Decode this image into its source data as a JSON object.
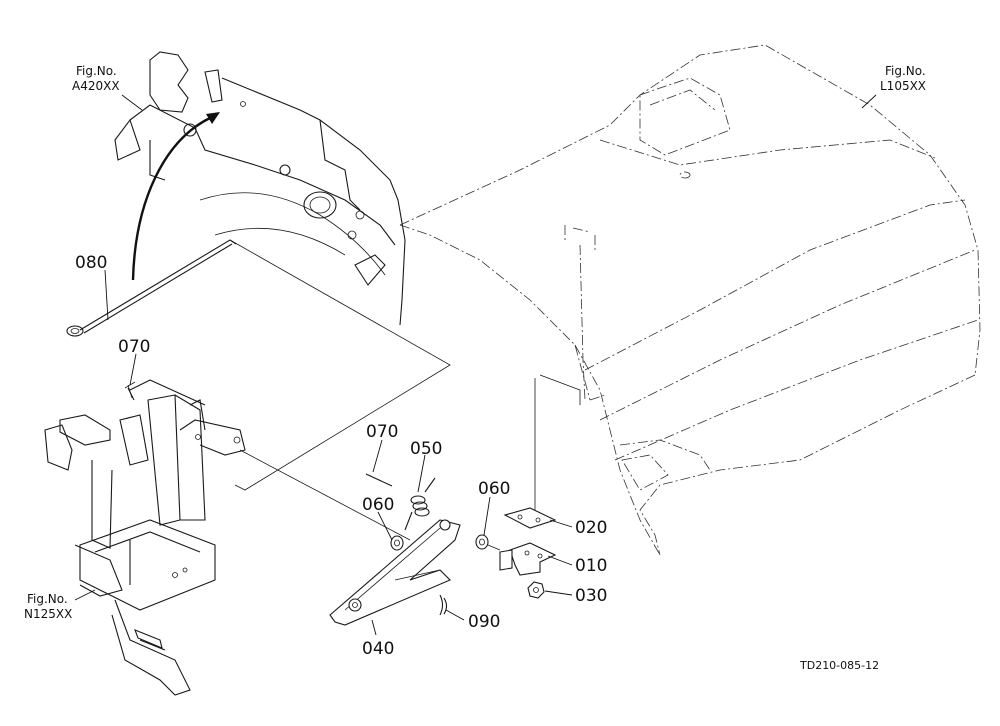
{
  "diagram": {
    "drawing_code": "TD210-085-12",
    "references": [
      {
        "id": "a420",
        "line1": "Fig.No.",
        "line2": "A420XX"
      },
      {
        "id": "l105",
        "line1": "Fig.No.",
        "line2": "L105XX"
      },
      {
        "id": "n125",
        "line1": "Fig.No.",
        "line2": "N125XX"
      }
    ],
    "parts": [
      {
        "id": "080",
        "label": "080"
      },
      {
        "id": "070a",
        "label": "070"
      },
      {
        "id": "070b",
        "label": "070"
      },
      {
        "id": "050",
        "label": "050"
      },
      {
        "id": "060a",
        "label": "060"
      },
      {
        "id": "060b",
        "label": "060"
      },
      {
        "id": "020",
        "label": "020"
      },
      {
        "id": "010",
        "label": "010"
      },
      {
        "id": "030",
        "label": "030"
      },
      {
        "id": "040",
        "label": "040"
      },
      {
        "id": "090",
        "label": "090"
      }
    ]
  }
}
